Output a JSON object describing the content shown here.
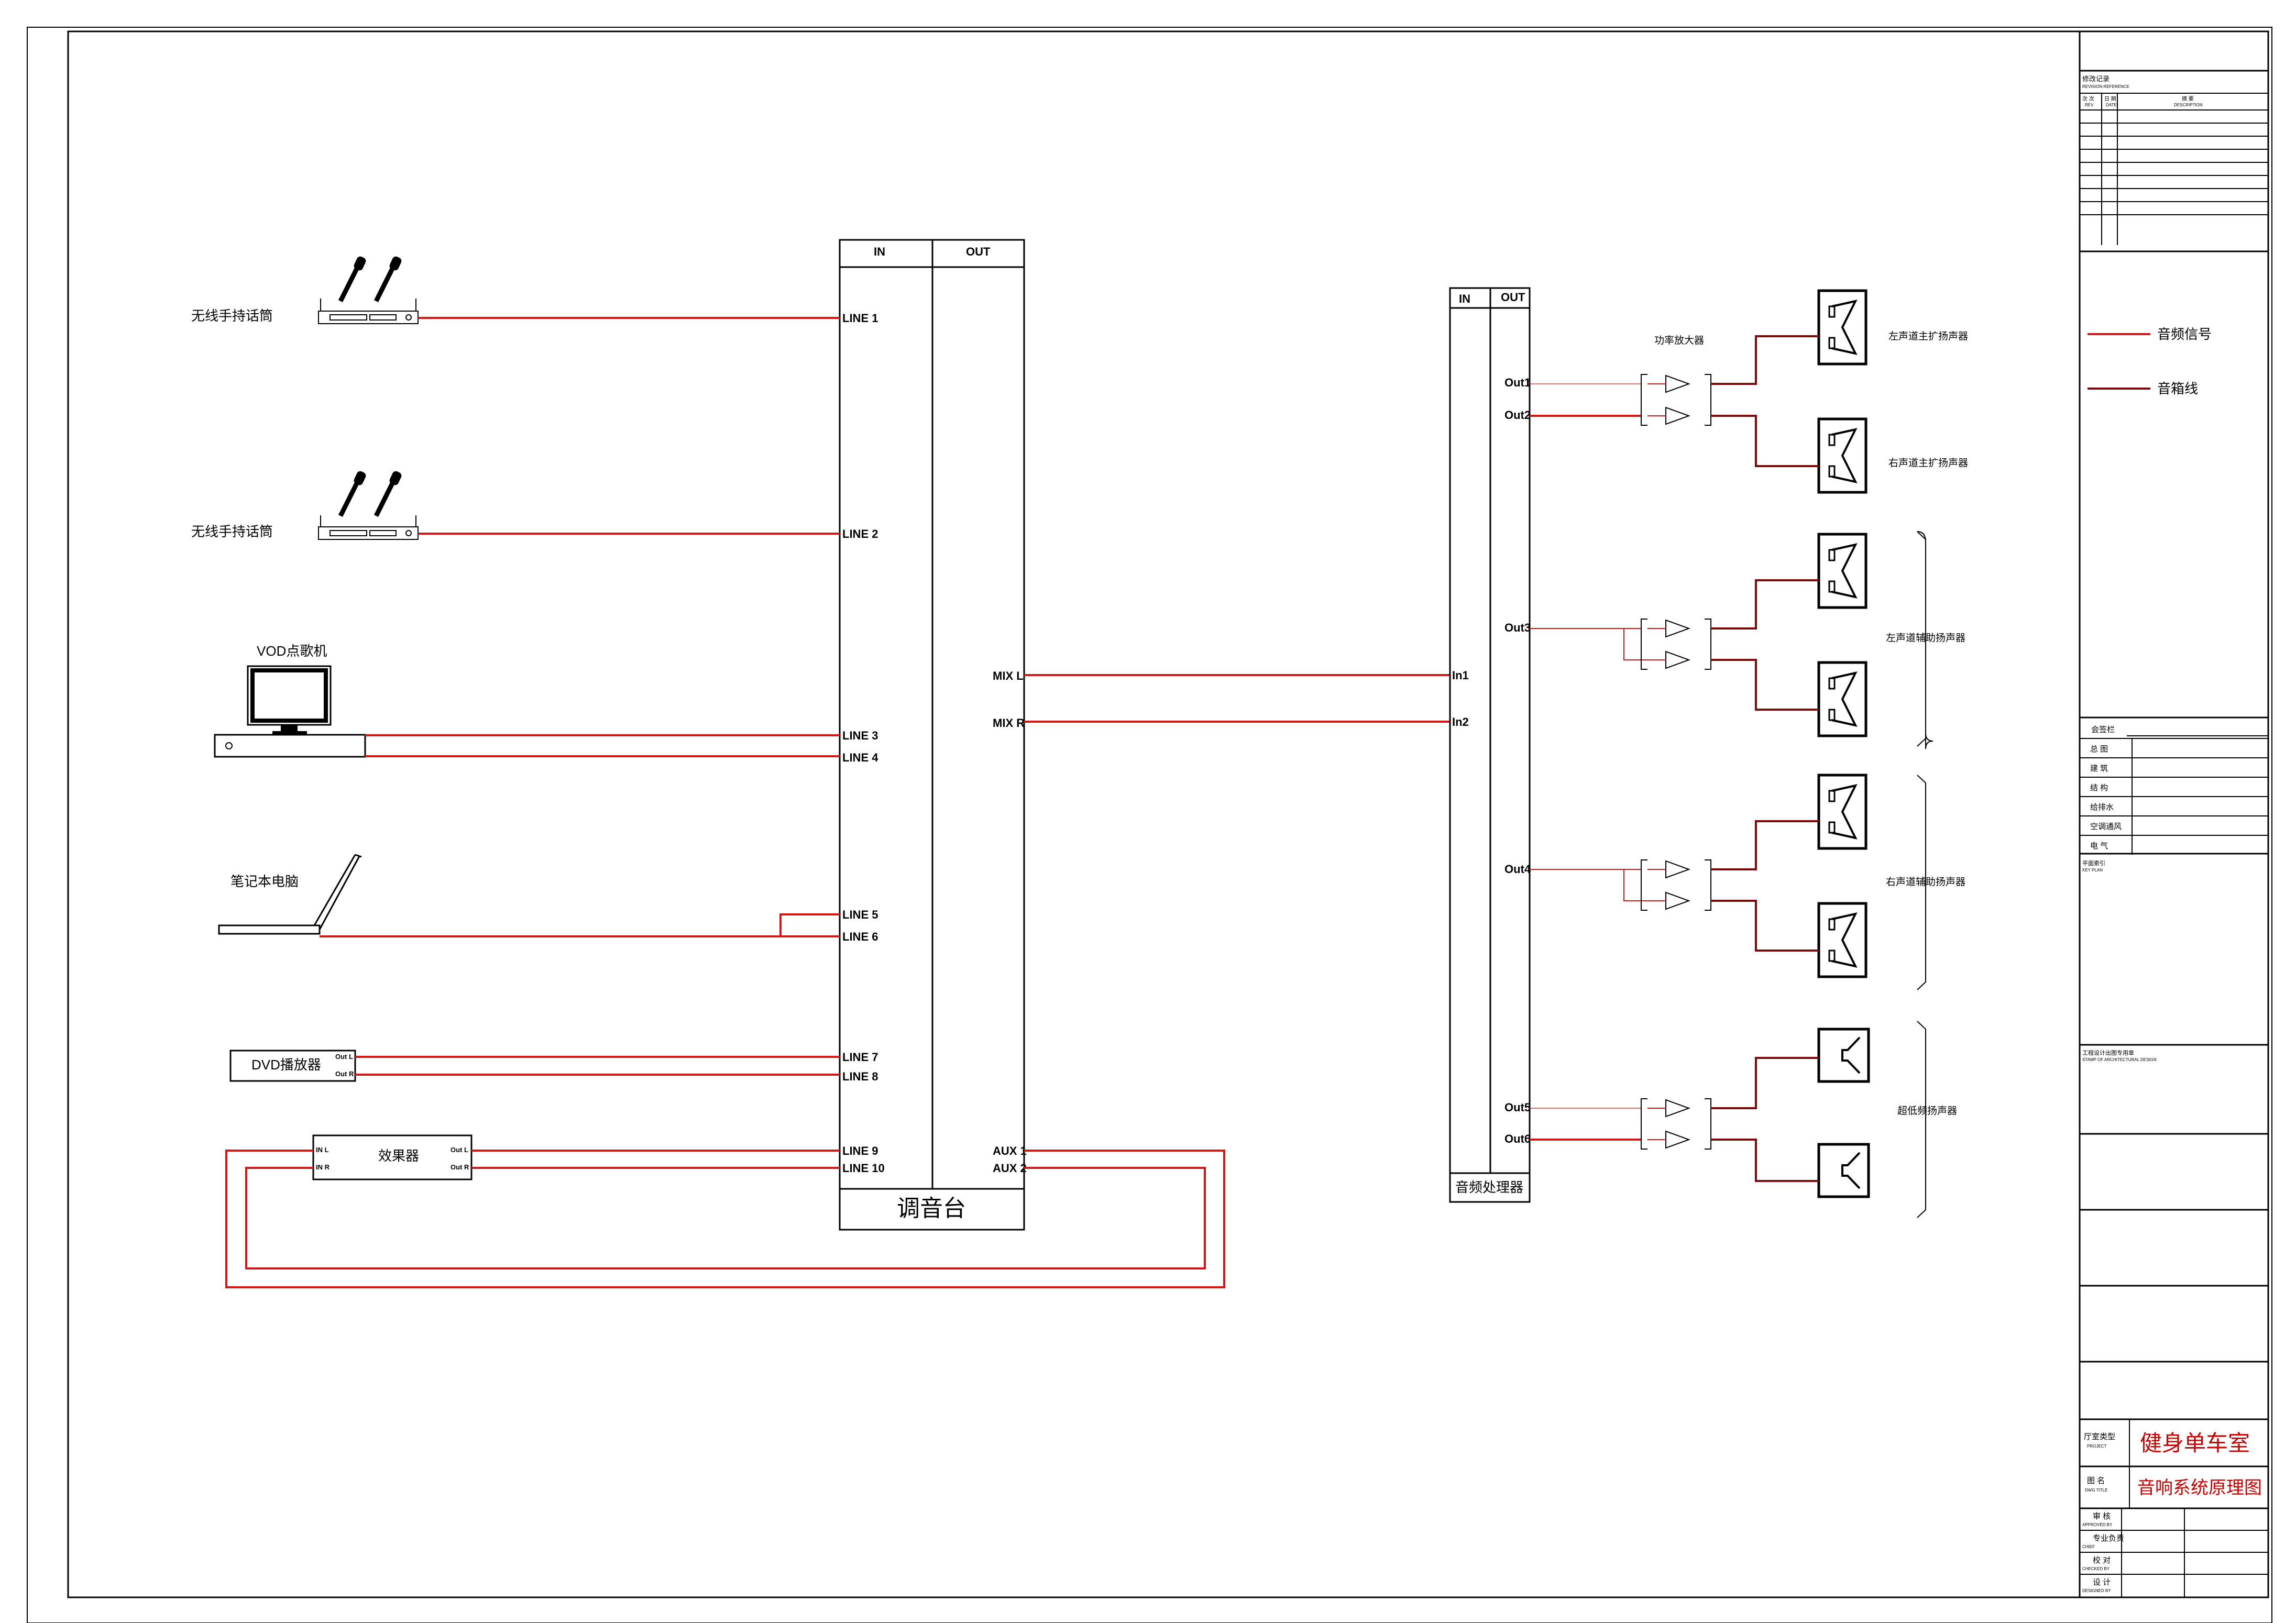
{
  "sources": {
    "mic1": "无线手持话筒",
    "mic2": "无线手持话筒",
    "vod": "VOD点歌机",
    "laptop": "笔记本电脑",
    "dvd": "DVD播放器",
    "dvd_out_l": "Out L",
    "dvd_out_r": "Out R",
    "fx": "效果器",
    "fx_in_l": "IN L",
    "fx_in_r": "IN R",
    "fx_out_l": "Out L",
    "fx_out_r": "Out R"
  },
  "mixer": {
    "title": "调音台",
    "in_header": "IN",
    "out_header": "OUT",
    "inputs": [
      "LINE 1",
      "LINE 2",
      "LINE 3",
      "LINE 4",
      "LINE 5",
      "LINE 6",
      "LINE 7",
      "LINE 8",
      "LINE 9",
      "LINE 10"
    ],
    "mix_l": "MIX L",
    "mix_r": "MIX R",
    "aux1": "AUX 1",
    "aux2": "AUX 2"
  },
  "processor": {
    "title": "音频处理器",
    "in_header": "IN",
    "out_header": "OUT",
    "in1": "In1",
    "in2": "In2",
    "outs": [
      "Out1",
      "Out2",
      "Out3",
      "Out4",
      "Out5",
      "Out6"
    ]
  },
  "amp_label": "功率放大器",
  "speaker_groups": [
    "左声道主扩扬声器",
    "右声道主扩扬声器",
    "左声道辅助扬声器",
    "右声道辅助扬声器",
    "超低频扬声器"
  ],
  "legend": {
    "signal": "音频信号",
    "speaker_cable": "音箱线",
    "signal_color": "#d01818",
    "speaker_color": "#7a0c0c"
  },
  "title_block": {
    "revision_title": "修改记录",
    "revision_sub": "REVISION REFERENCE",
    "rev_col1": "次 次",
    "rev_col1_sub": "REV",
    "rev_col2": "日 期",
    "rev_col2_sub": "DATE",
    "rev_col3": "摘 要",
    "rev_col3_sub": "DESCRIPTION",
    "signoff_title": "会签栏",
    "signoff_rows": [
      "总 图",
      "建 筑",
      "结 构",
      "给排水",
      "空调通风",
      "电 气"
    ],
    "keyplan": "平面索引",
    "keyplan_sub": "KEY PLAN",
    "stamp": "工程设计出图专用章",
    "stamp_sub": "STAMP OF ARCHITECTURAL DESIGN",
    "project_label": "厅室类型",
    "project_label_sub": "PROJECT",
    "project_value": "健身单车室",
    "dwg_label": "图 名",
    "dwg_label_sub": "DWG TITLE",
    "dwg_value": "音响系统原理图",
    "approval_rows": [
      {
        "cn": "审 核",
        "en": "APPROVED BY"
      },
      {
        "cn": "专业负责",
        "en": "CHIEF"
      },
      {
        "cn": "校 对",
        "en": "CHECKED BY"
      },
      {
        "cn": "设 计",
        "en": "DESIGNED BY"
      }
    ],
    "accent_color": "#c80000"
  }
}
